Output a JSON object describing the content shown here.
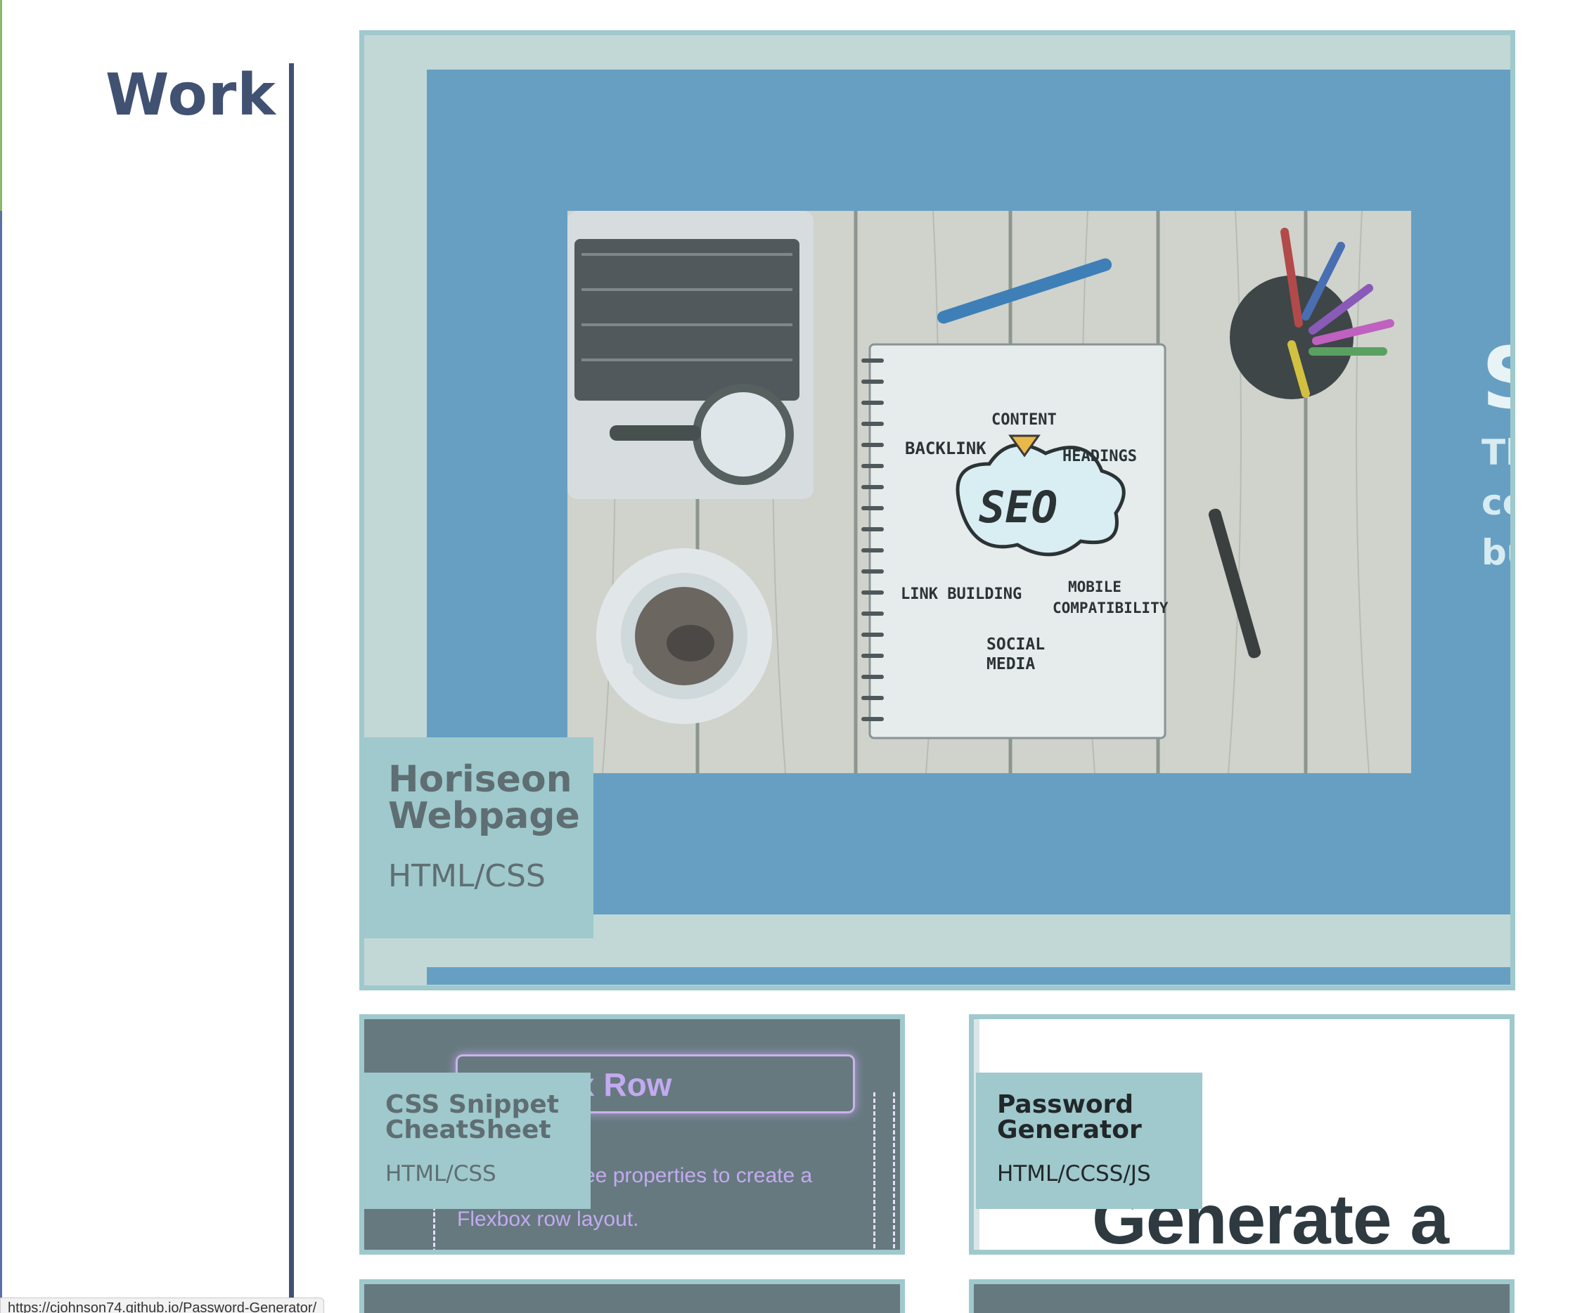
{
  "section": {
    "title": "Work"
  },
  "projects": [
    {
      "name_line1": "Horiseon",
      "name_line2": "Webpage",
      "tech": "HTML/CSS"
    },
    {
      "name_line1": "CSS Snippet",
      "name_line2": "CheatSheet",
      "tech": "HTML/CSS"
    },
    {
      "name_line1": "Password",
      "name_line2": "Generator",
      "tech": "HTML/CCSS/JS"
    }
  ],
  "preview_text": {
    "seo_notebook": {
      "content": "CONTENT",
      "backlink": "BACKLINK",
      "headings": "HEADINGS",
      "seo": "SEO",
      "link_building": "LINK BUILDING",
      "mobile": "MOBILE",
      "compatibility": "COMPATIBILITY",
      "social": "SOCIAL",
      "media": "MEDIA"
    },
    "feature_side": {
      "big": "S",
      "line1": "Th",
      "line2": "co",
      "line3": "bu"
    },
    "cheatsheet_heading": "x Row",
    "cheatsheet_line1": "ee properties to create a",
    "cheatsheet_line2": "Flexbox row layout.",
    "generator_heading": "Generate a"
  },
  "status_bar": {
    "url": "https://cjohnson74.github.io/Password-Generator/"
  },
  "colors": {
    "heading": "#415172",
    "card_border": "#9fc9cc",
    "feature_blue": "#679fc3",
    "feature_bg": "#c2d8d6",
    "dark_preview": "#66797f"
  }
}
